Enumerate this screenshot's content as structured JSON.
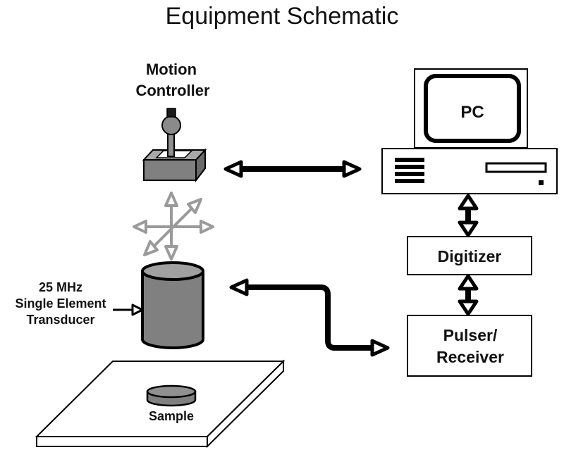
{
  "title": "Equipment Schematic",
  "labels": {
    "motion_controller_line1": "Motion",
    "motion_controller_line2": "Controller",
    "pc": "PC",
    "digitizer": "Digitizer",
    "pulser_line1": "Pulser/",
    "pulser_line2": "Receiver",
    "transducer_line1": "25 MHz",
    "transducer_line2": "Single Element",
    "transducer_line3": "Transducer",
    "sample": "Sample"
  },
  "colors": {
    "fill_gray": "#808080",
    "light_gray": "#c8c8c8",
    "multi_arrow_gray": "#9a9a9a",
    "stroke": "#000000"
  }
}
